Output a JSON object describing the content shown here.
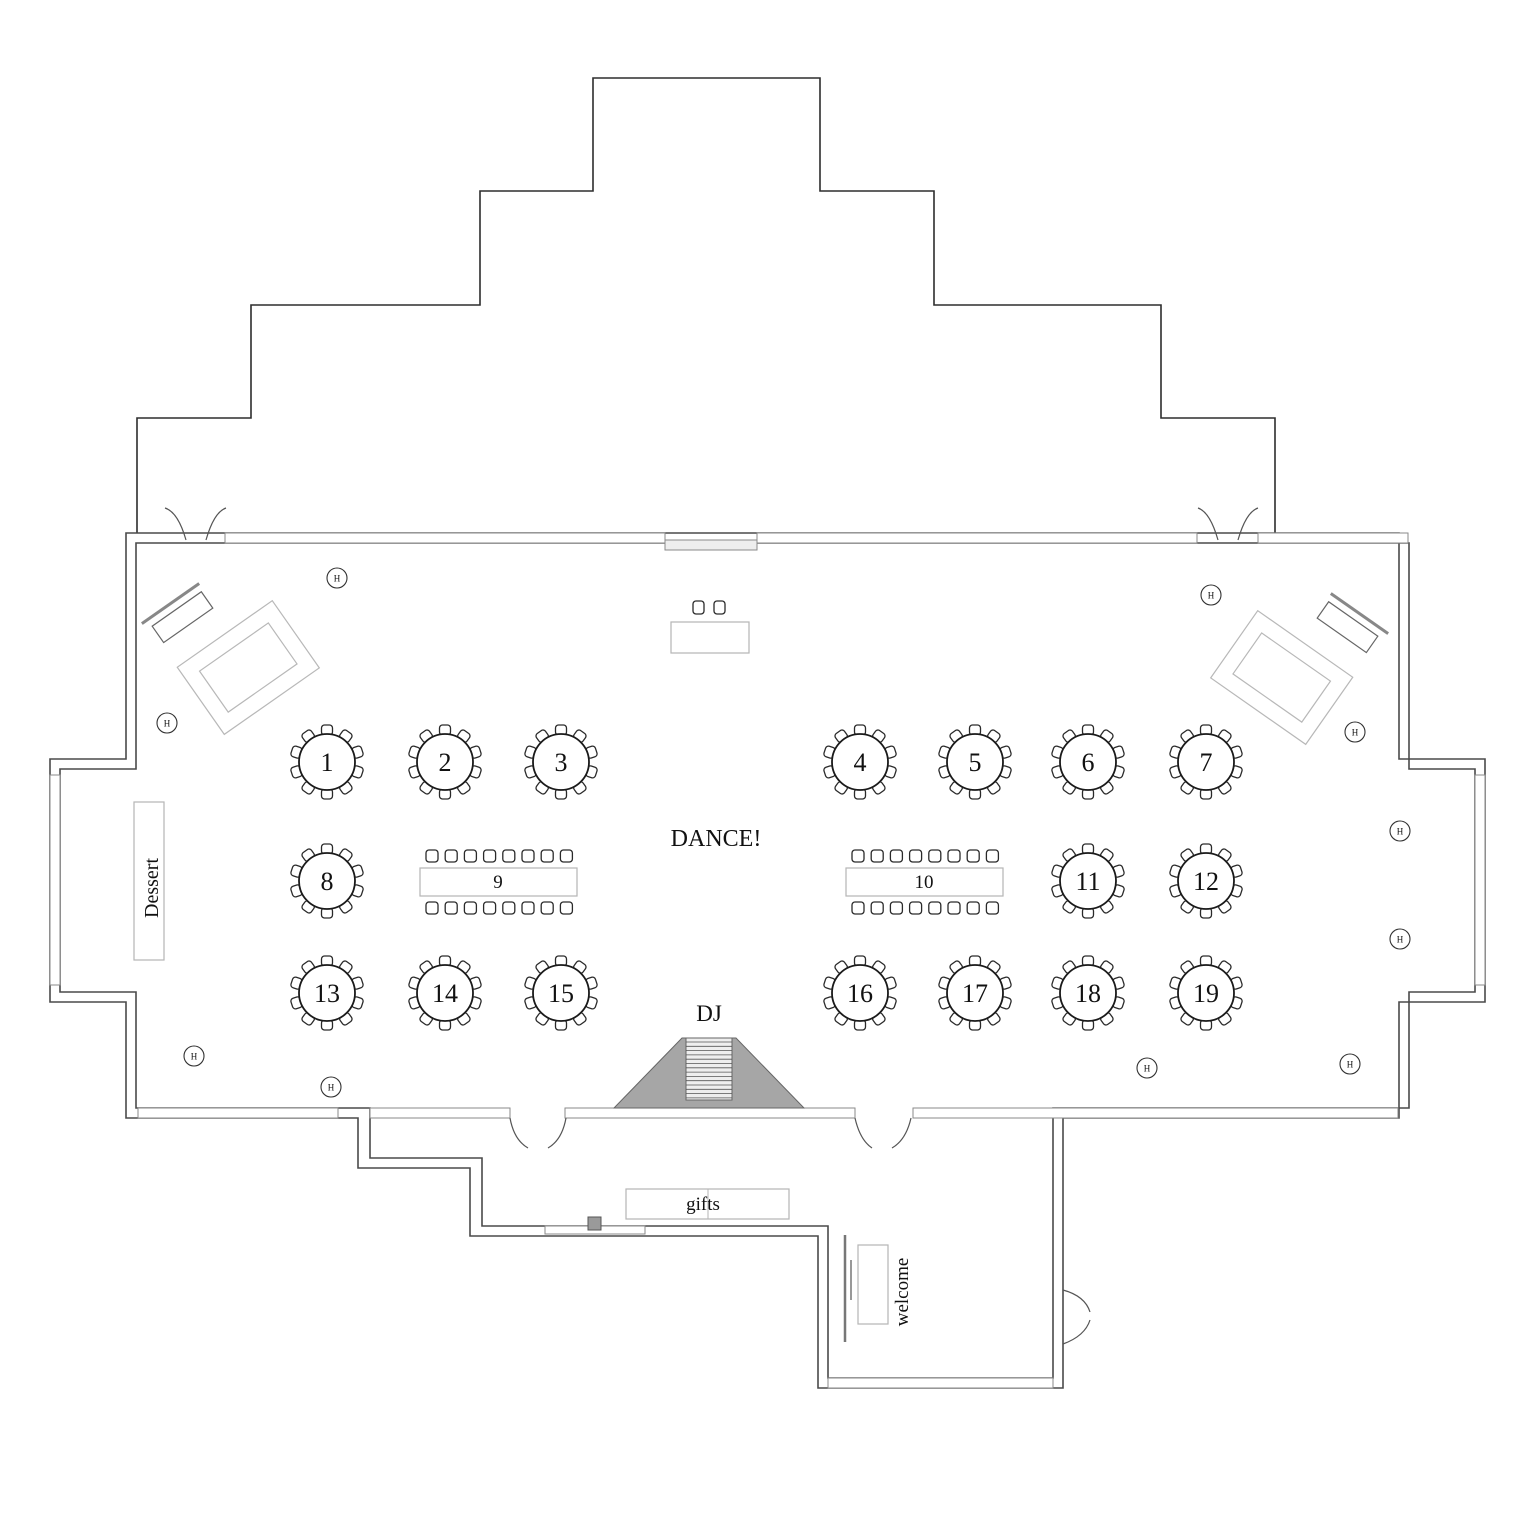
{
  "title": "DANCE!",
  "dj_label": "DJ",
  "dessert_label": "Dessert",
  "gifts_label": "gifts",
  "welcome_label": "welcome",
  "heater_label": "H",
  "round_tables": [
    "1",
    "2",
    "3",
    "4",
    "5",
    "6",
    "7",
    "8",
    "11",
    "12",
    "13",
    "14",
    "15",
    "16",
    "17",
    "18",
    "19"
  ],
  "banquet_tables": [
    "9",
    "10"
  ],
  "colors": {
    "lines": "#2d2d2d",
    "stage": "#a6a6a6",
    "light_furniture": "#b8b8b8"
  }
}
